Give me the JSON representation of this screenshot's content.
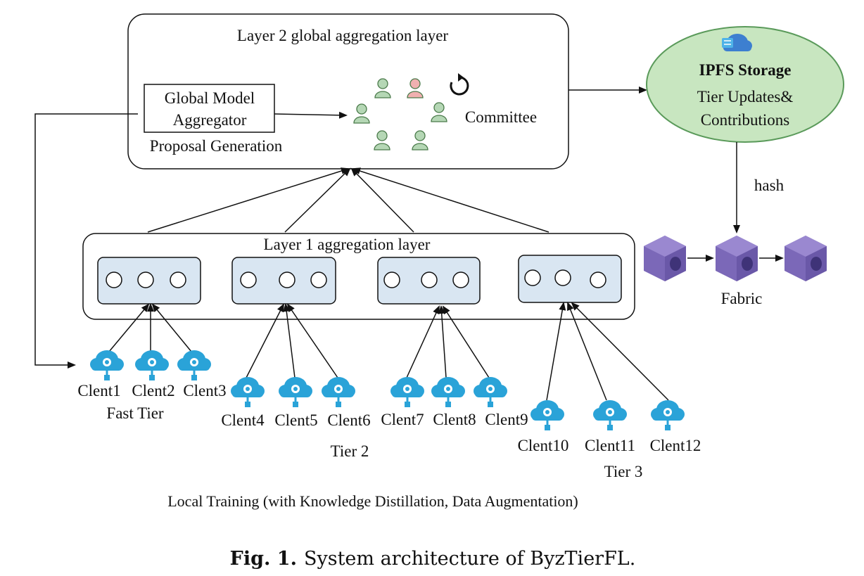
{
  "layer2": {
    "title": "Layer 2 global aggregation layer",
    "aggregator_line1": "Global Model",
    "aggregator_line2": "Aggregator",
    "proposal": "Proposal Generation",
    "committee": "Committee"
  },
  "ipfs": {
    "title": "IPFS Storage",
    "line1": "Tier Updates&",
    "line2": "Contributions"
  },
  "hash_label": "hash",
  "fabric_label": "Fabric",
  "layer1": {
    "title": "Layer 1 aggregation layer"
  },
  "clients": {
    "c1": "Clent1",
    "c2": "Clent2",
    "c3": "Clent3",
    "c4": "Clent4",
    "c5": "Clent5",
    "c6": "Clent6",
    "c7": "Clent7",
    "c8": "Clent8",
    "c9": "Clent9",
    "c10": "Clent10",
    "c11": "Clent11",
    "c12": "Clent12"
  },
  "tiers": {
    "fast": "Fast Tier",
    "tier2": "Tier 2",
    "tier3": "Tier 3"
  },
  "local_training": "Local Training (with Knowledge Distillation, Data Augmentation)",
  "caption": {
    "label": "Fig. 1.",
    "text": "System architecture of ByzTierFL."
  },
  "colors": {
    "committee_member": "#b5d7b5",
    "committee_flagged": "#f0b0b0",
    "ipfs_fill": "#c8e6c0",
    "ipfs_stroke": "#5a9a5a",
    "tier_box_fill": "#d9e6f2",
    "cloud": "#2aa3d8",
    "block": "#7b68b8"
  }
}
